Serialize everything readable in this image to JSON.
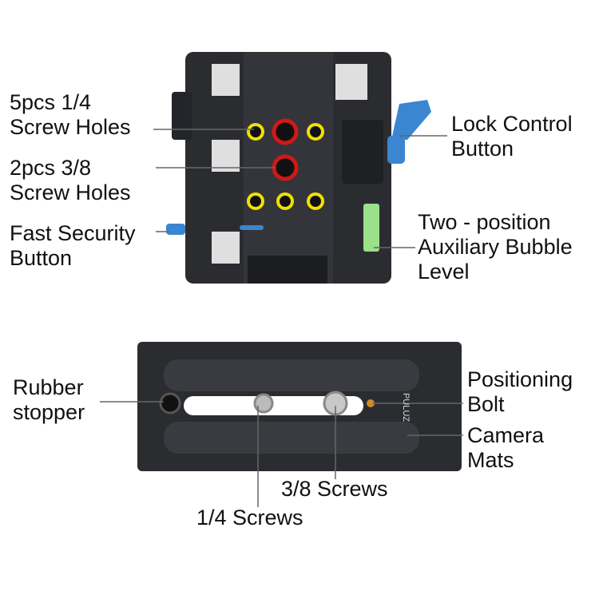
{
  "top_plate": {
    "labels": {
      "screw_14": [
        "5pcs 1/4",
        "Screw Holes"
      ],
      "screw_38": [
        "2pcs 3/8",
        "Screw Holes"
      ],
      "fast_security": [
        "Fast Security",
        "Button"
      ],
      "lock_control": [
        "Lock Control",
        "Button"
      ],
      "bubble_level": [
        "Two - position",
        "Auxiliary Bubble",
        "Level"
      ]
    }
  },
  "bottom_plate": {
    "brand": "PULUZ",
    "labels": {
      "rubber_stopper": [
        "Rubber",
        "stopper"
      ],
      "positioning_bolt": [
        "Positioning",
        "Bolt"
      ],
      "camera_mats": [
        "Camera",
        "Mats"
      ],
      "screws_38": "3/8 Screws",
      "screws_14": "1/4 Screws"
    }
  },
  "colors": {
    "plate": "#2b2c30",
    "hole_14_ring": "#f0e000",
    "hole_38_ring": "#d01818",
    "knob_blue": "#3a86d0",
    "bubble": "#9be08a",
    "bolt": "#d08a2a"
  }
}
